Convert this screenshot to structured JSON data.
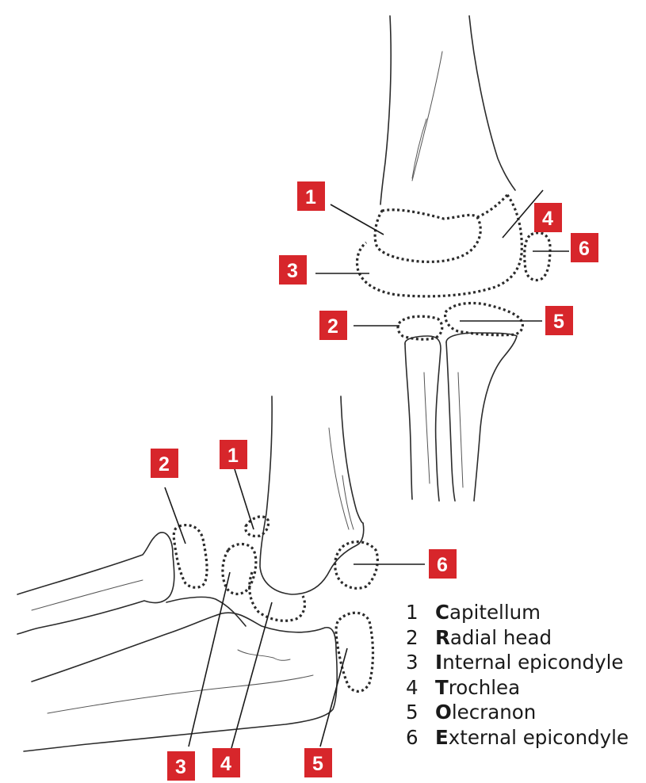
{
  "callouts": {
    "front": {
      "capitellum": "1",
      "radial_head": "2",
      "internal_epicondyle": "3",
      "trochlea": "4",
      "olecranon": "5",
      "external_epicondyle": "6"
    },
    "side": {
      "capitellum": "1",
      "radial_head": "2",
      "internal_epicondyle": "3",
      "trochlea": "4",
      "olecranon": "5",
      "external_epicondyle": "6"
    }
  },
  "legend": [
    {
      "number": "1",
      "initial": "C",
      "rest": "apitellum"
    },
    {
      "number": "2",
      "initial": "R",
      "rest": "adial head"
    },
    {
      "number": "3",
      "initial": "I",
      "rest": "nternal epicondyle"
    },
    {
      "number": "4",
      "initial": "T",
      "rest": "rochlea"
    },
    {
      "number": "5",
      "initial": "O",
      "rest": "lecranon"
    },
    {
      "number": "6",
      "initial": "E",
      "rest": "xternal epicondyle"
    }
  ],
  "colors": {
    "badge": "#d7262b",
    "badge_text": "#ffffff",
    "line": "#2b2b2b"
  }
}
